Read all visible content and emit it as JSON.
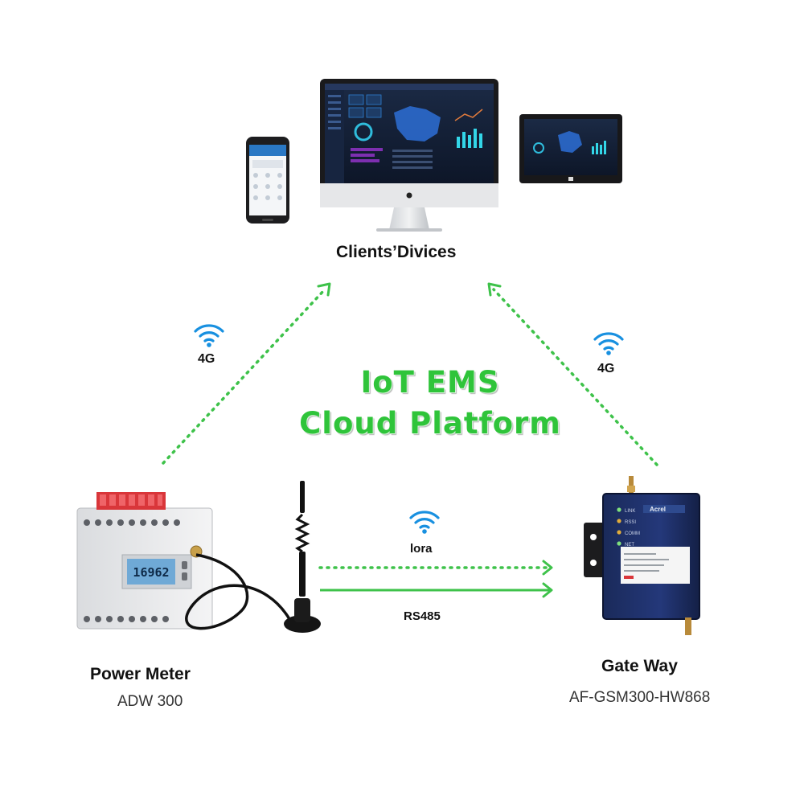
{
  "title": {
    "line1": "IoT EMS",
    "line2": "Cloud Platform"
  },
  "clients": {
    "label": "Clients’Divices"
  },
  "links": {
    "left_4g": "4G",
    "right_4g": "4G",
    "lora": "lora",
    "rs485": "RS485"
  },
  "power_meter": {
    "label": "Power Meter",
    "model": "ADW 300",
    "display_value": "16962"
  },
  "gateway": {
    "label": "Gate Way",
    "model": "AF-GSM300-HW868",
    "brand": "Acrel",
    "leds": [
      "LINK",
      "RSSI",
      "COMM",
      "NET"
    ]
  },
  "colors": {
    "accent_green": "#2fc43a",
    "wifi_blue": "#1890e0",
    "arrow_green": "#3ec24a"
  },
  "icons": [
    "wifi-icon",
    "arrow-icon",
    "antenna-icon",
    "monitor-icon",
    "phone-icon",
    "tablet-icon"
  ]
}
